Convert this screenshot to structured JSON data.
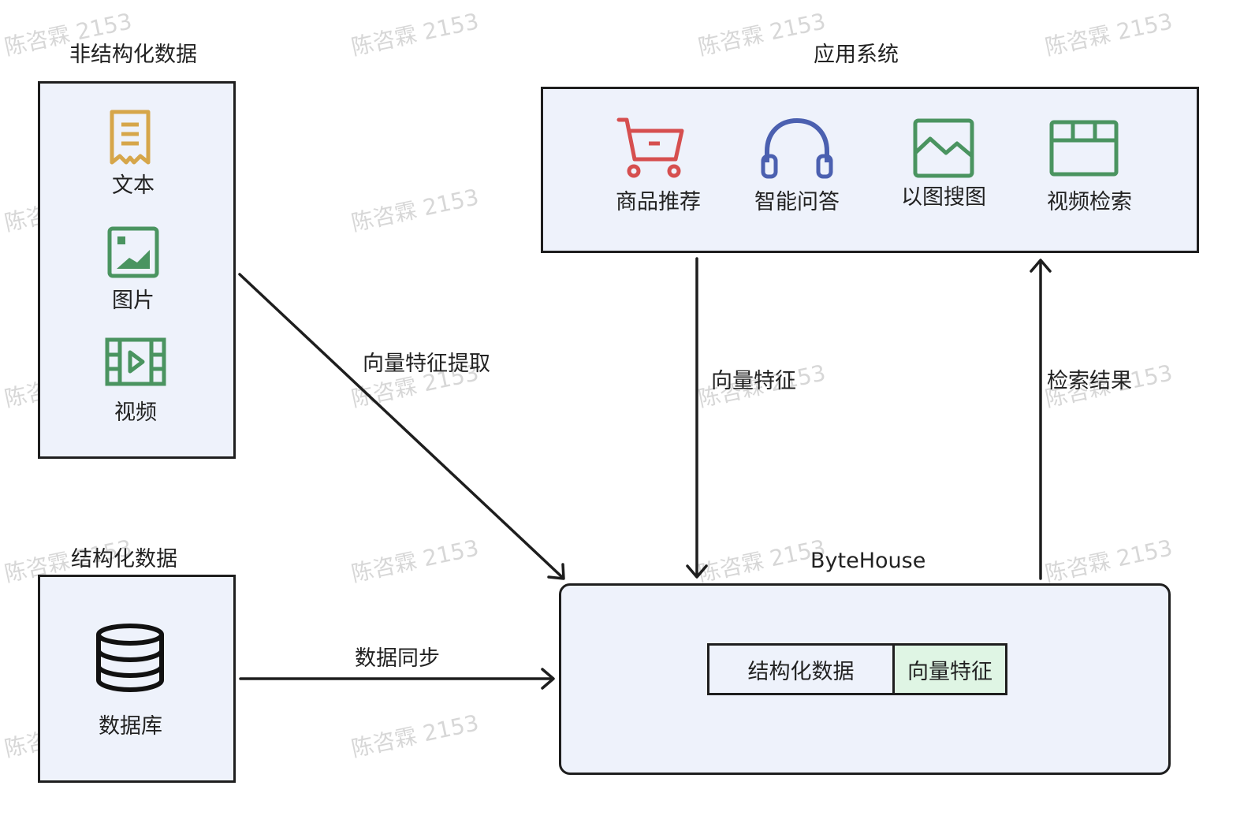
{
  "watermark": "陈咨霖 2153",
  "unstructured": {
    "title": "非结构化数据",
    "items": [
      {
        "label": "文本",
        "icon": "document-icon"
      },
      {
        "label": "图片",
        "icon": "image-icon"
      },
      {
        "label": "视频",
        "icon": "video-icon"
      }
    ]
  },
  "structured": {
    "title": "结构化数据",
    "item": {
      "label": "数据库",
      "icon": "database-icon"
    }
  },
  "apps": {
    "title": "应用系统",
    "items": [
      {
        "label": "商品推荐",
        "icon": "shopping-cart-icon"
      },
      {
        "label": "智能问答",
        "icon": "headphones-icon"
      },
      {
        "label": "以图搜图",
        "icon": "image-search-icon"
      },
      {
        "label": "视频检索",
        "icon": "clapperboard-icon"
      }
    ]
  },
  "bytehouse": {
    "title": "ByteHouse",
    "segments": [
      "结构化数据",
      "向量特征"
    ]
  },
  "edges": {
    "extract": "向量特征提取",
    "sync": "数据同步",
    "features": "向量特征",
    "results": "检索结果"
  },
  "colors": {
    "box_fill": "#eef2fb",
    "vector_fill": "#dff5e4",
    "stroke": "#1e1e1e",
    "doc_icon": "#d6a64a",
    "green_icon": "#4a9460",
    "cart_icon": "#d64f4f",
    "headphones_icon": "#4b60b0"
  }
}
